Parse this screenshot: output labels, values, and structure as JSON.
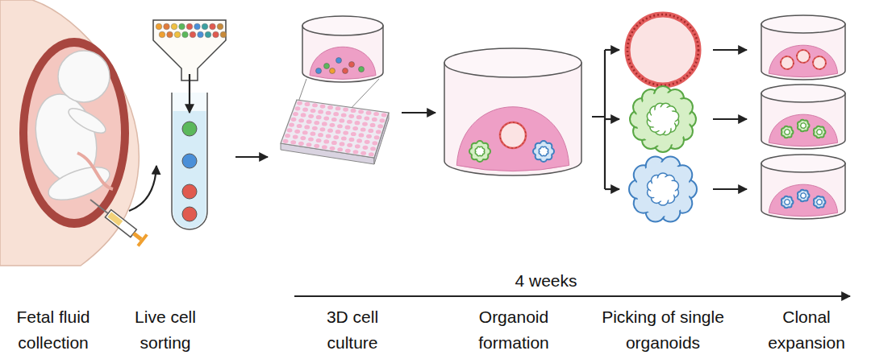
{
  "diagram": {
    "labels": [
      "4 weeks",
      "Fetal fluid collection",
      "Live cell sorting",
      "3D cell culture",
      "Organoid formation",
      "Picking of single organoids",
      "Clonal expansion"
    ]
  }
}
